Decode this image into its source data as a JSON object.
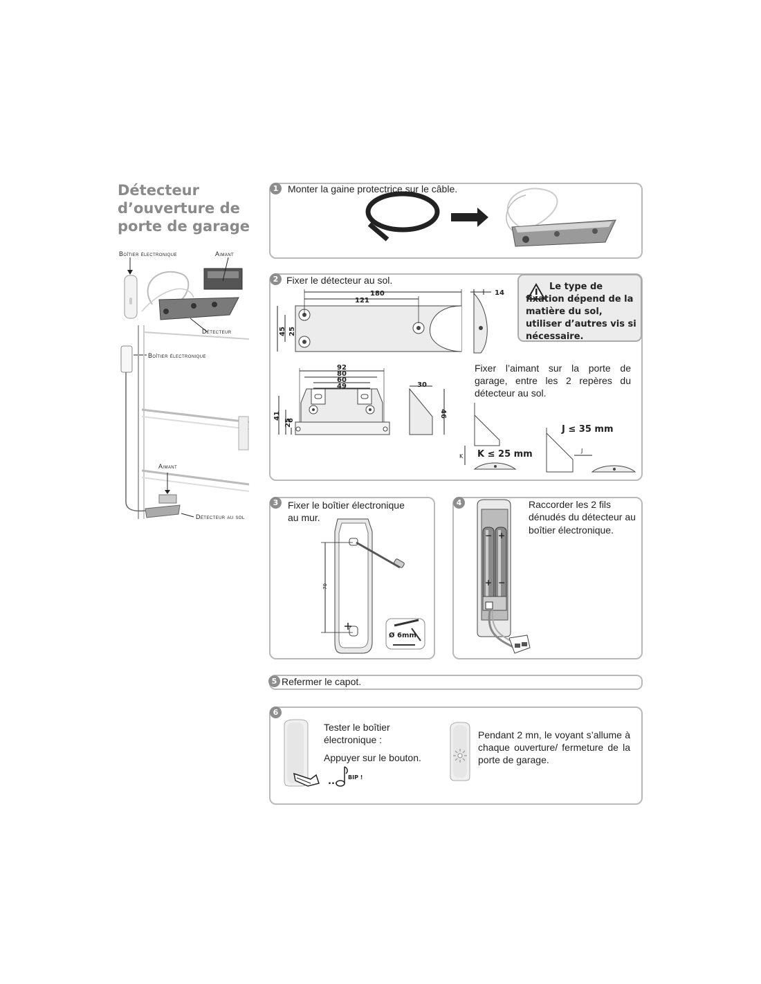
{
  "title": {
    "line1": "Détecteur",
    "line2": "d’ouverture de",
    "line3": "porte de garage"
  },
  "left_labels": {
    "boitier_top": "Boîtier électronique",
    "aimant_top": "Aimant",
    "detecteur_top": "Détecteur",
    "boitier_mid": "Boîtier électronique",
    "aimant_bottom": "Aimant",
    "detecteur_sol": "Détecteur au sol"
  },
  "steps": [
    {
      "number": "1",
      "text": "Monter la gaine protectrice sur le câble."
    },
    {
      "number": "2",
      "text": "Fixer le détecteur au sol.",
      "note": "Fixer l’aimant sur la porte de garage, entre les 2 repères du détecteur au sol.",
      "warning": "Le type de fixation dépend de la matière du sol, utiliser d’autres vis si nécessaire.",
      "k_label": "K ≤ 25 mm",
      "j_label": "J ≤ 35 mm",
      "k_small": "K",
      "j_small": "J"
    },
    {
      "number": "3",
      "text_line1": "Fixer le boîtier électronique",
      "text_line2": "au mur.",
      "drill": "Ø 6mm",
      "height_dim": "70"
    },
    {
      "number": "4",
      "text_line1": "Raccorder les 2 fils",
      "text_line2": "dénudés du détecteur au",
      "text_line3": "boîtier électronique."
    },
    {
      "number": "5",
      "text": "Refermer le capot."
    },
    {
      "number": "6",
      "test_line1": "Tester le boîtier",
      "test_line2": "électronique :",
      "press": "Appuyer sur le bouton.",
      "bip": "BIP !",
      "dots": "...",
      "result": "Pendant 2 mn, le voyant  s’allume à chaque ouverture/ fermeture de la porte de garage."
    }
  ],
  "dimensions": {
    "d180": "180",
    "d121": "121",
    "d14": "14",
    "d45": "45",
    "d25a": "25",
    "d92": "92",
    "d80": "80",
    "d60": "60",
    "d49": "49",
    "d30": "30",
    "d46": "46",
    "d41": "41",
    "d25b": "25",
    "d6": "6"
  },
  "battery": {
    "minus": "−",
    "plus": "+"
  }
}
